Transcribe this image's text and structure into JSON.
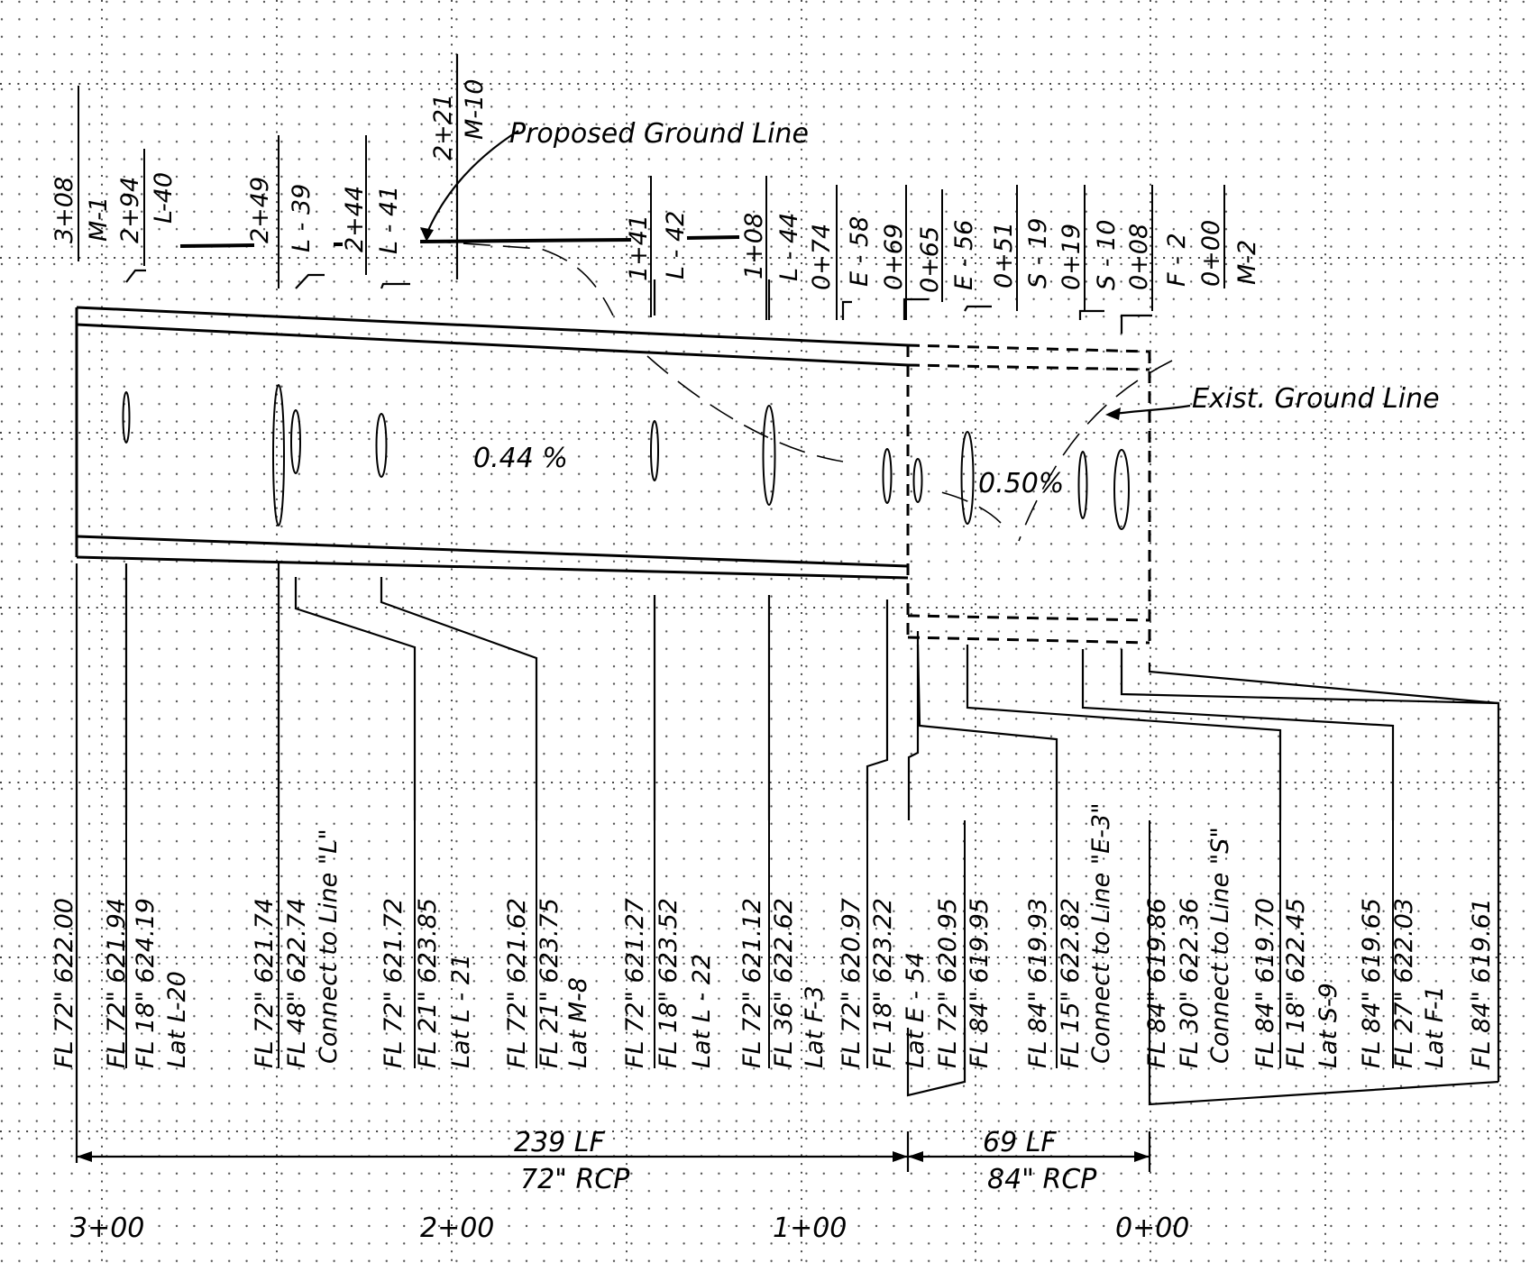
{
  "profile": {
    "station_labels_top": [
      {
        "id": "s1",
        "text": "3+08"
      },
      {
        "id": "s2",
        "text": "M-1"
      },
      {
        "id": "s3",
        "text": "2+94"
      },
      {
        "id": "s4",
        "text": "L-40"
      },
      {
        "id": "s5",
        "text": "2+49"
      },
      {
        "id": "s6",
        "text": "L - 39"
      },
      {
        "id": "s7",
        "text": "2+44"
      },
      {
        "id": "s8",
        "text": "L - 41"
      },
      {
        "id": "s9",
        "text": "2+21"
      },
      {
        "id": "s10",
        "text": "M-10"
      },
      {
        "id": "s11",
        "text": "1+41"
      },
      {
        "id": "s12",
        "text": "L - 42"
      },
      {
        "id": "s13",
        "text": "1+08"
      },
      {
        "id": "s14",
        "text": "L - 44"
      },
      {
        "id": "s15",
        "text": "0+74"
      },
      {
        "id": "s16",
        "text": "E - 58"
      },
      {
        "id": "s17",
        "text": "0+69"
      },
      {
        "id": "s18",
        "text": "0+65"
      },
      {
        "id": "s19",
        "text": "E - 56"
      },
      {
        "id": "s20",
        "text": "0+51"
      },
      {
        "id": "s21",
        "text": "S - 19"
      },
      {
        "id": "s22",
        "text": "0+19"
      },
      {
        "id": "s23",
        "text": "S - 10"
      },
      {
        "id": "s24",
        "text": "0+08"
      },
      {
        "id": "s25",
        "text": "F - 2"
      },
      {
        "id": "s26",
        "text": "0+00"
      },
      {
        "id": "s27",
        "text": "M-2"
      }
    ],
    "annotations": {
      "proposed_ground_line": "Proposed Ground Line",
      "exist_ground_line": "Exist. Ground Line",
      "grade_left": "0.44 %",
      "grade_right": "0.50%"
    },
    "flowline_labels": [
      {
        "id": "f1",
        "text": "FL 72\" 622.00"
      },
      {
        "id": "f2",
        "text": "FL 72\" 621.94"
      },
      {
        "id": "f3",
        "text": "FL 18\" 624.19"
      },
      {
        "id": "f4",
        "text": "Lat L-20"
      },
      {
        "id": "f5",
        "text": "FL 72\" 621.74"
      },
      {
        "id": "f6",
        "text": "FL 48\" 622.74"
      },
      {
        "id": "f7",
        "text": "Connect to Line \"L\""
      },
      {
        "id": "f8",
        "text": "FL 72\" 621.72"
      },
      {
        "id": "f9",
        "text": "FL 21\" 623.85"
      },
      {
        "id": "f10",
        "text": "Lat L - 21"
      },
      {
        "id": "f11",
        "text": "FL 72\" 621.62"
      },
      {
        "id": "f12",
        "text": "FL 21\" 623.75"
      },
      {
        "id": "f13",
        "text": "Lat M-8"
      },
      {
        "id": "f14",
        "text": "FL 72\" 621.27"
      },
      {
        "id": "f15",
        "text": "FL 18\" 623.52"
      },
      {
        "id": "f16",
        "text": "Lat L - 22"
      },
      {
        "id": "f17",
        "text": "FL 72\" 621.12"
      },
      {
        "id": "f18",
        "text": "FL 36\" 622.62"
      },
      {
        "id": "f19",
        "text": "Lat F-3"
      },
      {
        "id": "f20",
        "text": "FL 72\" 620.97"
      },
      {
        "id": "f21",
        "text": "FL 18\" 623.22"
      },
      {
        "id": "f22",
        "text": "Lat E - 54"
      },
      {
        "id": "f23",
        "text": "FL 72\" 620.95"
      },
      {
        "id": "f24",
        "text": "FL 84\" 619.95"
      },
      {
        "id": "f25",
        "text": "FL 84\" 619.93"
      },
      {
        "id": "f26",
        "text": "FL 15\" 622.82"
      },
      {
        "id": "f27",
        "text": "Connect to Line \"E-3\""
      },
      {
        "id": "f28",
        "text": "FL 84\" 619.86"
      },
      {
        "id": "f29",
        "text": "FL 30\" 622.36"
      },
      {
        "id": "f30",
        "text": "Connect to Line \"S\""
      },
      {
        "id": "f31",
        "text": "FL 84\" 619.70"
      },
      {
        "id": "f32",
        "text": "FL 18\" 622.45"
      },
      {
        "id": "f33",
        "text": "Lat S-9"
      },
      {
        "id": "f34",
        "text": "FL 84\" 619.65"
      },
      {
        "id": "f35",
        "text": "FL 27\" 622.03"
      },
      {
        "id": "f36",
        "text": "Lat F-1"
      },
      {
        "id": "f37",
        "text": "FL 84\" 619.61"
      }
    ],
    "pipe_runs": {
      "run1_length": "239 LF",
      "run1_pipe": "72\" RCP",
      "run2_length": "69 LF",
      "run2_pipe": "84\" RCP"
    },
    "stations_axis": [
      "3+00",
      "2+00",
      "1+00",
      "0+00"
    ]
  }
}
